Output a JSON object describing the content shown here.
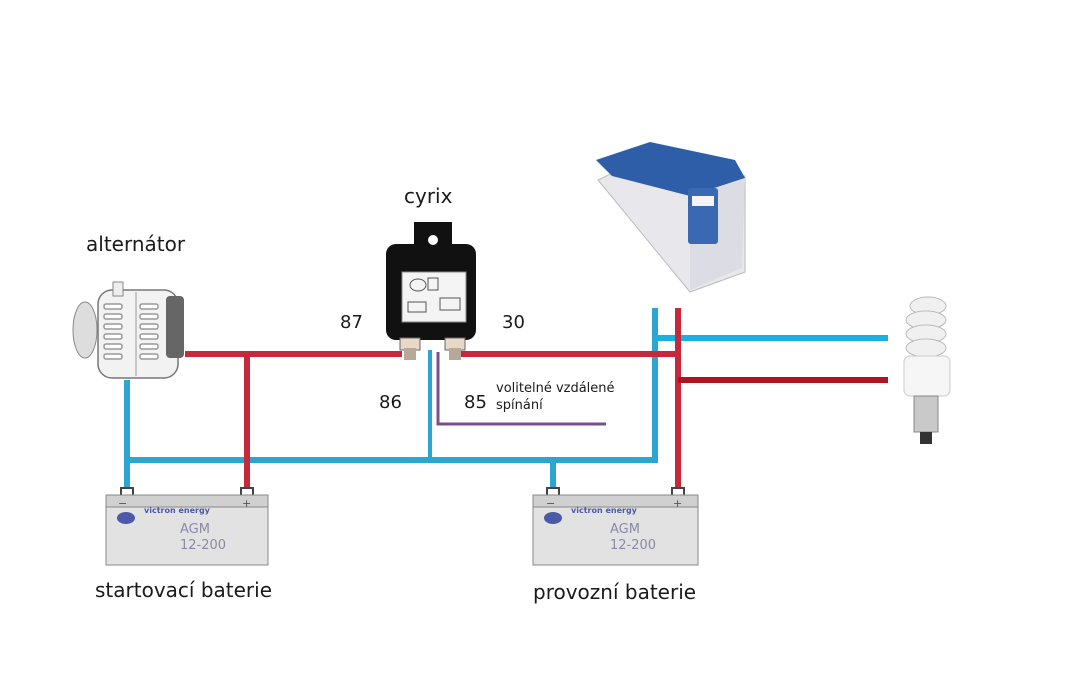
{
  "labels": {
    "alternator": "alternátor",
    "cyrix": "cyrix",
    "terminal_87": "87",
    "terminal_30": "30",
    "terminal_86": "86",
    "terminal_85": "85",
    "remote_switch_line1": "volitelné vzdálené",
    "remote_switch_line2": "spínání",
    "starter_battery": "startovací baterie",
    "service_battery": "provozní baterie"
  },
  "battery": {
    "brand": "victron energy",
    "type": "AGM",
    "model": "12-200",
    "minus": "−",
    "plus": "+"
  },
  "colors": {
    "positive_wire": "#c8283c",
    "negative_wire": "#2aa6d0",
    "remote_wire": "#7a4f8a",
    "load_positive": "#b01220",
    "load_negative": "#1ab0e0"
  },
  "components": [
    "alternator-icon",
    "cyrix-relay-icon",
    "fridge-icon",
    "bulb-icon",
    "starter-battery-icon",
    "service-battery-icon"
  ]
}
